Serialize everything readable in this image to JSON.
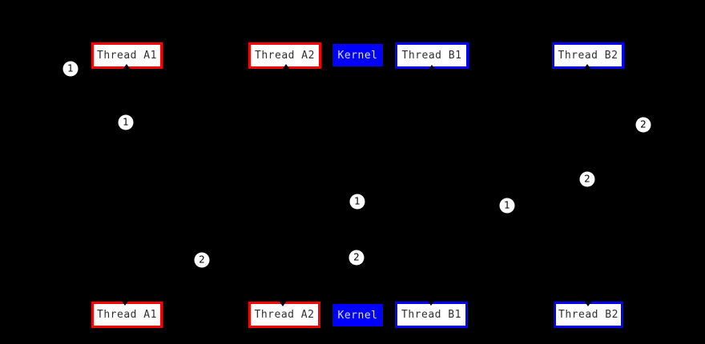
{
  "diagram": {
    "description": "Thread scheduling diagram with two states (top and bottom) of user threads and kernel",
    "background_color": "#000000",
    "colors": {
      "thread_a_border": "#ff0000",
      "thread_b_border": "#0000ff",
      "kernel_fill": "#0000ff",
      "box_fill": "#ffffff",
      "box_text": "#2f2f2f",
      "kernel_text": "#dcdcdc",
      "badge_fill": "#ffffff",
      "badge_text": "#000000"
    },
    "icons": {
      "edge_arrowhead": "small black css-triangle notch on box edge"
    },
    "top_row": [
      {
        "label": "Thread A1",
        "type": "thread-a"
      },
      {
        "label": "Thread A2",
        "type": "thread-a"
      },
      {
        "label": "Kernel",
        "type": "kernel"
      },
      {
        "label": "Thread B1",
        "type": "thread-b"
      },
      {
        "label": "Thread B2",
        "type": "thread-b"
      }
    ],
    "bottom_row": [
      {
        "label": "Thread A1",
        "type": "thread-a"
      },
      {
        "label": "Thread A2",
        "type": "thread-a"
      },
      {
        "label": "Kernel",
        "type": "kernel"
      },
      {
        "label": "Thread B1",
        "type": "thread-b"
      },
      {
        "label": "Thread B2",
        "type": "thread-b"
      }
    ],
    "step_badges": [
      "1",
      "1",
      "2",
      "2",
      "1",
      "1",
      "2",
      "2"
    ]
  }
}
